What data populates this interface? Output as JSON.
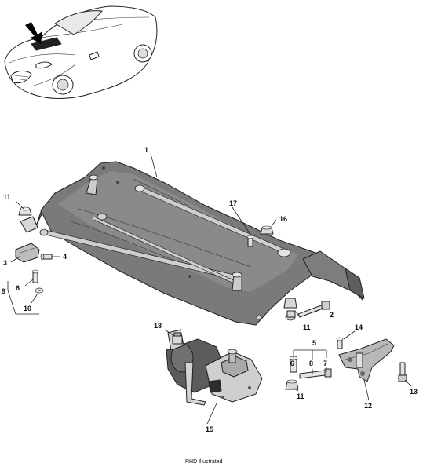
{
  "diagram": {
    "caption": "RHD Illustrated",
    "callouts": [
      {
        "id": "c1",
        "label": "1"
      },
      {
        "id": "c2",
        "label": "2"
      },
      {
        "id": "c3",
        "label": "3"
      },
      {
        "id": "c4",
        "label": "4"
      },
      {
        "id": "c5",
        "label": "5"
      },
      {
        "id": "c6a",
        "label": "6"
      },
      {
        "id": "c6b",
        "label": "6"
      },
      {
        "id": "c7",
        "label": "7"
      },
      {
        "id": "c8",
        "label": "8"
      },
      {
        "id": "c9",
        "label": "9"
      },
      {
        "id": "c10",
        "label": "10"
      },
      {
        "id": "c11a",
        "label": "11"
      },
      {
        "id": "c11b",
        "label": "11"
      },
      {
        "id": "c11c",
        "label": "11"
      },
      {
        "id": "c12",
        "label": "12"
      },
      {
        "id": "c13",
        "label": "13"
      },
      {
        "id": "c14",
        "label": "14"
      },
      {
        "id": "c15",
        "label": "15"
      },
      {
        "id": "c16",
        "label": "16"
      },
      {
        "id": "c17",
        "label": "17"
      },
      {
        "id": "c18",
        "label": "18"
      }
    ]
  }
}
